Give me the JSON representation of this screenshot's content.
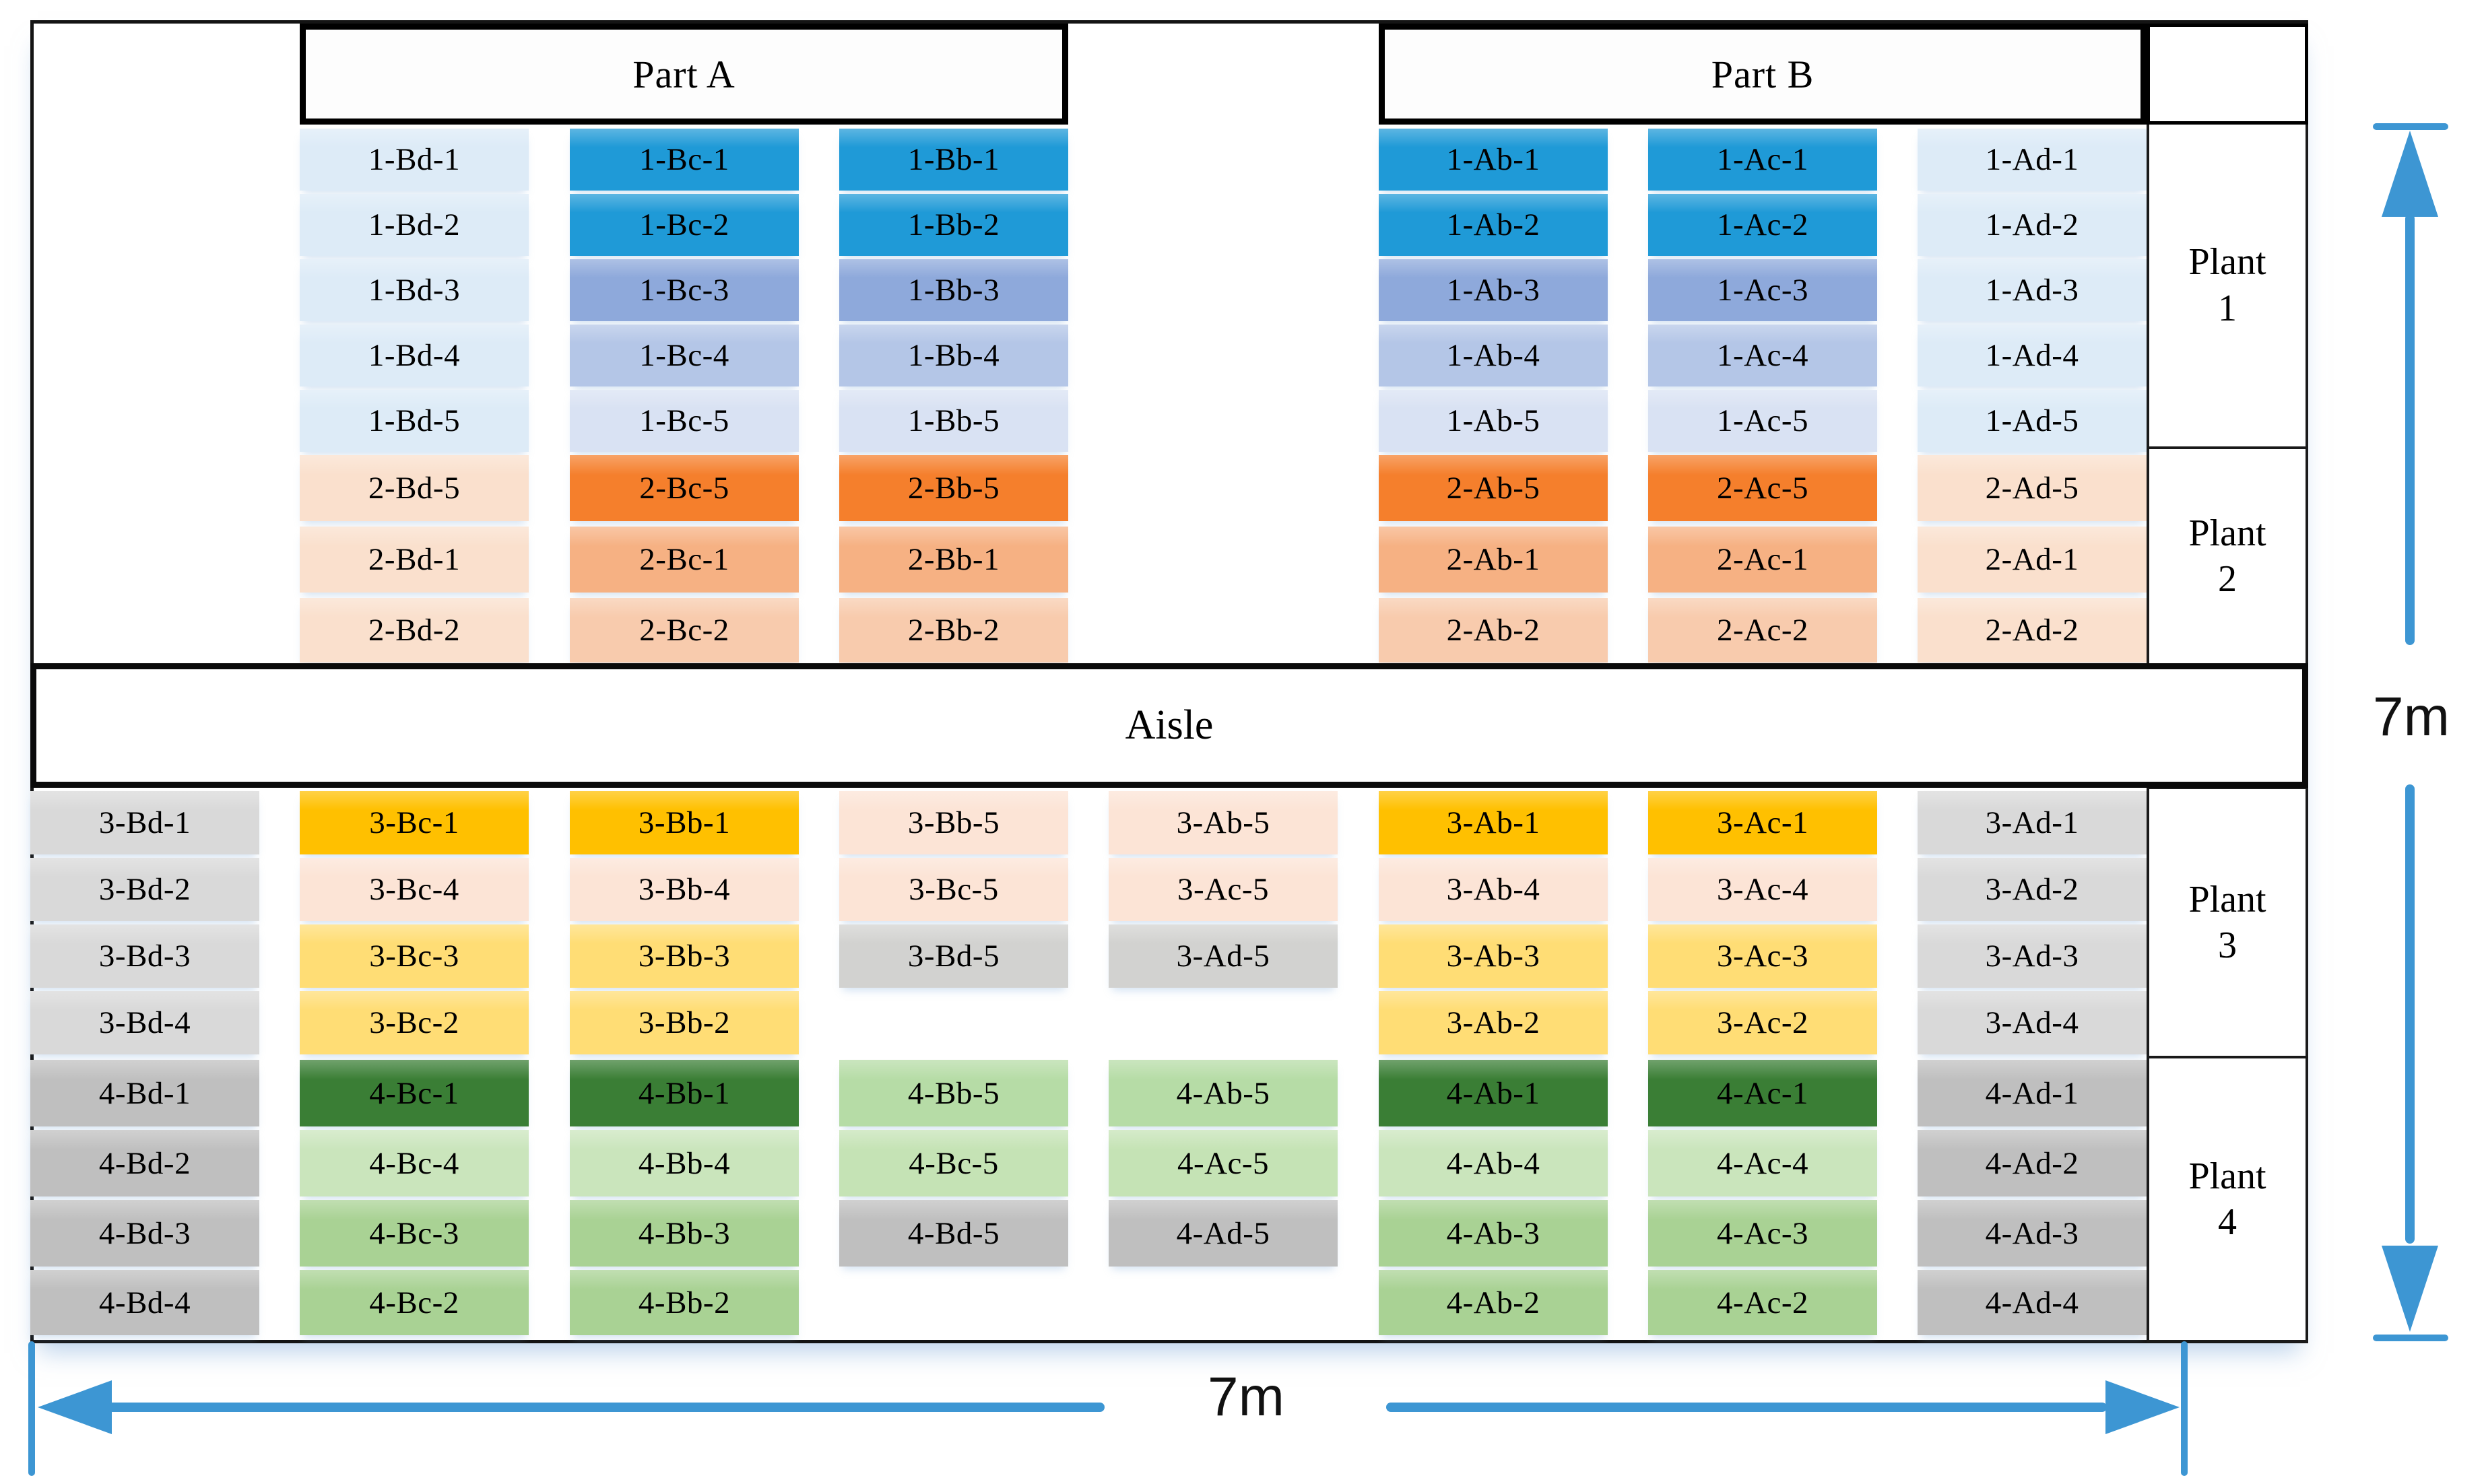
{
  "headers": {
    "part_a": "Part A",
    "part_b": "Part B",
    "aisle": "Aisle"
  },
  "plants": [
    {
      "name": "Plant",
      "number": "1"
    },
    {
      "name": "Plant",
      "number": "2"
    },
    {
      "name": "Plant",
      "number": "3"
    },
    {
      "name": "Plant",
      "number": "4"
    }
  ],
  "dims": {
    "horizontal": "7m",
    "vertical": "7m"
  },
  "colors": {
    "arrow": "#3D96D3",
    "blue_strong": "#1F9AD7",
    "blue_mid": "#8EA9DB",
    "blue_soft": "#B4C6E7",
    "blue_faint": "#D9E2F3",
    "blue_pale": "#DDEBF7",
    "orange_strong": "#F57F2C",
    "orange_mid": "#F6B183",
    "orange_soft": "#F8CBAD",
    "orange_pale": "#FAE0CD",
    "gold_strong": "#FFC000",
    "gold_soft": "#FFDD75",
    "peach": "#FCE4D6",
    "gray_light": "#D9D9D9",
    "gray_mid": "#D2D2D0",
    "gray_dark": "#BFBFBF",
    "green_dark": "#3A7E35",
    "green_pale": "#CAE5BC",
    "green_mid": "#A9D294",
    "green_soft1": "#B6DCA6",
    "green_soft2": "#C5E3B5"
  },
  "top_section": {
    "columns": [
      {
        "id": "Bd",
        "cells": [
          {
            "label": "1-Bd-1",
            "color": "blue_pale"
          },
          {
            "label": "1-Bd-2",
            "color": "blue_pale"
          },
          {
            "label": "1-Bd-3",
            "color": "blue_pale"
          },
          {
            "label": "1-Bd-4",
            "color": "blue_pale"
          },
          {
            "label": "1-Bd-5",
            "color": "blue_pale"
          },
          {
            "label": "2-Bd-5",
            "color": "orange_pale"
          },
          {
            "label": "2-Bd-1",
            "color": "orange_pale"
          },
          {
            "label": "2-Bd-2",
            "color": "orange_pale"
          }
        ]
      },
      {
        "id": "Bc",
        "cells": [
          {
            "label": "1-Bc-1",
            "color": "blue_strong"
          },
          {
            "label": "1-Bc-2",
            "color": "blue_strong"
          },
          {
            "label": "1-Bc-3",
            "color": "blue_mid"
          },
          {
            "label": "1-Bc-4",
            "color": "blue_soft"
          },
          {
            "label": "1-Bc-5",
            "color": "blue_faint"
          },
          {
            "label": "2-Bc-5",
            "color": "orange_strong"
          },
          {
            "label": "2-Bc-1",
            "color": "orange_mid"
          },
          {
            "label": "2-Bc-2",
            "color": "orange_soft"
          }
        ]
      },
      {
        "id": "Bb",
        "cells": [
          {
            "label": "1-Bb-1",
            "color": "blue_strong"
          },
          {
            "label": "1-Bb-2",
            "color": "blue_strong"
          },
          {
            "label": "1-Bb-3",
            "color": "blue_mid"
          },
          {
            "label": "1-Bb-4",
            "color": "blue_soft"
          },
          {
            "label": "1-Bb-5",
            "color": "blue_faint"
          },
          {
            "label": "2-Bb-5",
            "color": "orange_strong"
          },
          {
            "label": "2-Bb-1",
            "color": "orange_mid"
          },
          {
            "label": "2-Bb-2",
            "color": "orange_soft"
          }
        ]
      },
      {
        "id": "Ab",
        "cells": [
          {
            "label": "1-Ab-1",
            "color": "blue_strong"
          },
          {
            "label": "1-Ab-2",
            "color": "blue_strong"
          },
          {
            "label": "1-Ab-3",
            "color": "blue_mid"
          },
          {
            "label": "1-Ab-4",
            "color": "blue_soft"
          },
          {
            "label": "1-Ab-5",
            "color": "blue_faint"
          },
          {
            "label": "2-Ab-5",
            "color": "orange_strong"
          },
          {
            "label": "2-Ab-1",
            "color": "orange_mid"
          },
          {
            "label": "2-Ab-2",
            "color": "orange_soft"
          }
        ]
      },
      {
        "id": "Ac",
        "cells": [
          {
            "label": "1-Ac-1",
            "color": "blue_strong"
          },
          {
            "label": "1-Ac-2",
            "color": "blue_strong"
          },
          {
            "label": "1-Ac-3",
            "color": "blue_mid"
          },
          {
            "label": "1-Ac-4",
            "color": "blue_soft"
          },
          {
            "label": "1-Ac-5",
            "color": "blue_faint"
          },
          {
            "label": "2-Ac-5",
            "color": "orange_strong"
          },
          {
            "label": "2-Ac-1",
            "color": "orange_mid"
          },
          {
            "label": "2-Ac-2",
            "color": "orange_soft"
          }
        ]
      },
      {
        "id": "Ad",
        "cells": [
          {
            "label": "1-Ad-1",
            "color": "blue_pale"
          },
          {
            "label": "1-Ad-2",
            "color": "blue_pale"
          },
          {
            "label": "1-Ad-3",
            "color": "blue_pale"
          },
          {
            "label": "1-Ad-4",
            "color": "blue_pale"
          },
          {
            "label": "1-Ad-5",
            "color": "blue_pale"
          },
          {
            "label": "2-Ad-5",
            "color": "orange_pale"
          },
          {
            "label": "2-Ad-1",
            "color": "orange_pale"
          },
          {
            "label": "2-Ad-2",
            "color": "orange_pale"
          }
        ]
      }
    ]
  },
  "bottom_section": {
    "columns": [
      {
        "id": "Bd",
        "cells": [
          {
            "label": "3-Bd-1",
            "color": "gray_light"
          },
          {
            "label": "3-Bd-2",
            "color": "gray_light"
          },
          {
            "label": "3-Bd-3",
            "color": "gray_light"
          },
          {
            "label": "3-Bd-4",
            "color": "gray_light"
          },
          {
            "label": "4-Bd-1",
            "color": "gray_dark"
          },
          {
            "label": "4-Bd-2",
            "color": "gray_dark"
          },
          {
            "label": "4-Bd-3",
            "color": "gray_dark"
          },
          {
            "label": "4-Bd-4",
            "color": "gray_dark"
          }
        ]
      },
      {
        "id": "Bc",
        "cells": [
          {
            "label": "3-Bc-1",
            "color": "gold_strong"
          },
          {
            "label": "3-Bc-4",
            "color": "peach"
          },
          {
            "label": "3-Bc-3",
            "color": "gold_soft"
          },
          {
            "label": "3-Bc-2",
            "color": "gold_soft"
          },
          {
            "label": "4-Bc-1",
            "color": "green_dark"
          },
          {
            "label": "4-Bc-4",
            "color": "green_pale"
          },
          {
            "label": "4-Bc-3",
            "color": "green_mid"
          },
          {
            "label": "4-Bc-2",
            "color": "green_mid"
          }
        ]
      },
      {
        "id": "Bb",
        "cells": [
          {
            "label": "3-Bb-1",
            "color": "gold_strong"
          },
          {
            "label": "3-Bb-4",
            "color": "peach"
          },
          {
            "label": "3-Bb-3",
            "color": "gold_soft"
          },
          {
            "label": "3-Bb-2",
            "color": "gold_soft"
          },
          {
            "label": "4-Bb-1",
            "color": "green_dark"
          },
          {
            "label": "4-Bb-4",
            "color": "green_pale"
          },
          {
            "label": "4-Bb-3",
            "color": "green_mid"
          },
          {
            "label": "4-Bb-2",
            "color": "green_mid"
          }
        ]
      },
      {
        "id": "mid-B5",
        "cells": [
          {
            "label": "3-Bb-5",
            "color": "peach"
          },
          {
            "label": "3-Bc-5",
            "color": "peach"
          },
          {
            "label": "3-Bd-5",
            "color": "gray_mid"
          },
          null,
          {
            "label": "4-Bb-5",
            "color": "green_soft1"
          },
          {
            "label": "4-Bc-5",
            "color": "green_soft2"
          },
          {
            "label": "4-Bd-5",
            "color": "gray_dark"
          },
          null
        ]
      },
      {
        "id": "mid-A5",
        "cells": [
          {
            "label": "3-Ab-5",
            "color": "peach"
          },
          {
            "label": "3-Ac-5",
            "color": "peach"
          },
          {
            "label": "3-Ad-5",
            "color": "gray_mid"
          },
          null,
          {
            "label": "4-Ab-5",
            "color": "green_soft1"
          },
          {
            "label": "4-Ac-5",
            "color": "green_soft2"
          },
          {
            "label": "4-Ad-5",
            "color": "gray_dark"
          },
          null
        ]
      },
      {
        "id": "Ab",
        "cells": [
          {
            "label": "3-Ab-1",
            "color": "gold_strong"
          },
          {
            "label": "3-Ab-4",
            "color": "peach"
          },
          {
            "label": "3-Ab-3",
            "color": "gold_soft"
          },
          {
            "label": "3-Ab-2",
            "color": "gold_soft"
          },
          {
            "label": "4-Ab-1",
            "color": "green_dark"
          },
          {
            "label": "4-Ab-4",
            "color": "green_pale"
          },
          {
            "label": "4-Ab-3",
            "color": "green_mid"
          },
          {
            "label": "4-Ab-2",
            "color": "green_mid"
          }
        ]
      },
      {
        "id": "Ac",
        "cells": [
          {
            "label": "3-Ac-1",
            "color": "gold_strong"
          },
          {
            "label": "3-Ac-4",
            "color": "peach"
          },
          {
            "label": "3-Ac-3",
            "color": "gold_soft"
          },
          {
            "label": "3-Ac-2",
            "color": "gold_soft"
          },
          {
            "label": "4-Ac-1",
            "color": "green_dark"
          },
          {
            "label": "4-Ac-4",
            "color": "green_pale"
          },
          {
            "label": "4-Ac-3",
            "color": "green_mid"
          },
          {
            "label": "4-Ac-2",
            "color": "green_mid"
          }
        ]
      },
      {
        "id": "Ad",
        "cells": [
          {
            "label": "3-Ad-1",
            "color": "gray_light"
          },
          {
            "label": "3-Ad-2",
            "color": "gray_light"
          },
          {
            "label": "3-Ad-3",
            "color": "gray_light"
          },
          {
            "label": "3-Ad-4",
            "color": "gray_light"
          },
          {
            "label": "4-Ad-1",
            "color": "gray_dark"
          },
          {
            "label": "4-Ad-2",
            "color": "gray_dark"
          },
          {
            "label": "4-Ad-3",
            "color": "gray_dark"
          },
          {
            "label": "4-Ad-4",
            "color": "gray_dark"
          }
        ]
      }
    ]
  }
}
